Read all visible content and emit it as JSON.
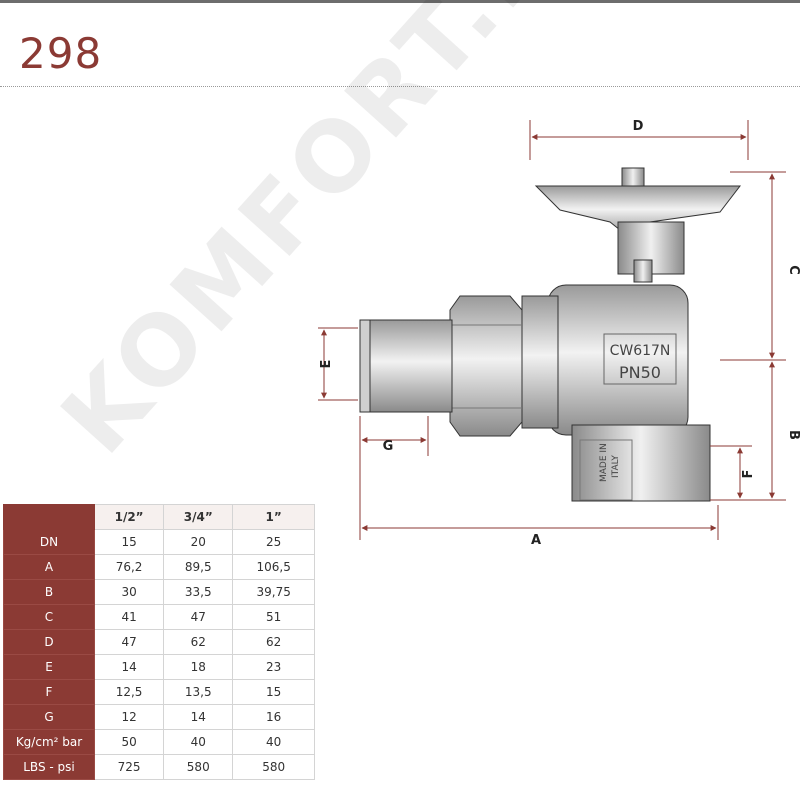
{
  "title": "298",
  "drawing": {
    "dim_labels": {
      "A": "A",
      "B": "B",
      "C": "C",
      "D": "D",
      "E": "E",
      "F": "F",
      "G": "G"
    },
    "body_text_1": "CW617N",
    "body_text_2": "PN50",
    "made_in_1": "MADE IN",
    "made_in_2": "ITALY"
  },
  "table": {
    "columns": [
      "1/2”",
      "3/4”",
      "1”"
    ],
    "rows": [
      {
        "label": "DN",
        "values": [
          "15",
          "20",
          "25"
        ]
      },
      {
        "label": "A",
        "values": [
          "76,2",
          "89,5",
          "106,5"
        ]
      },
      {
        "label": "B",
        "values": [
          "30",
          "33,5",
          "39,75"
        ]
      },
      {
        "label": "C",
        "values": [
          "41",
          "47",
          "51"
        ]
      },
      {
        "label": "D",
        "values": [
          "47",
          "62",
          "62"
        ]
      },
      {
        "label": "E",
        "values": [
          "14",
          "18",
          "23"
        ]
      },
      {
        "label": "F",
        "values": [
          "12,5",
          "13,5",
          "15"
        ]
      },
      {
        "label": "G",
        "values": [
          "12",
          "14",
          "16"
        ]
      },
      {
        "label": "Kg/cm² bar",
        "values": [
          "50",
          "40",
          "40"
        ]
      },
      {
        "label": "LBS - psi",
        "values": [
          "725",
          "580",
          "580"
        ]
      }
    ]
  },
  "watermark": "KOMFORT.RU",
  "colors": {
    "accent": "#8b3a34",
    "dimension": "#8b3a34"
  }
}
